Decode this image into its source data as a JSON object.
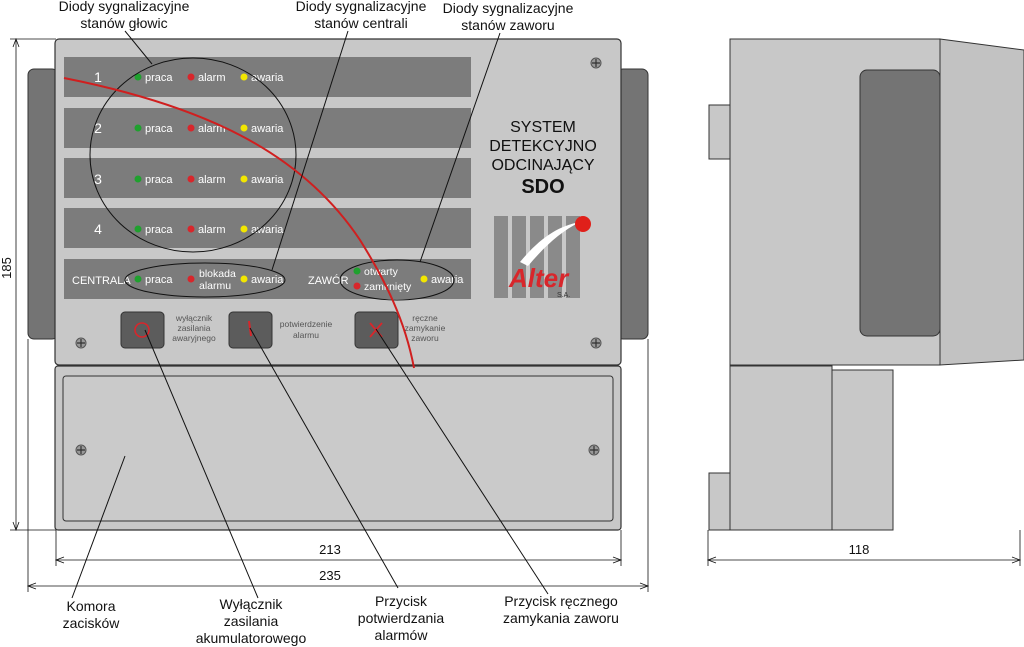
{
  "callouts": {
    "head_leds": [
      "Diody sygnalizacyjne",
      "stanów głowic"
    ],
    "central_leds": [
      "Diody sygnalizacyjne",
      "stanów centrali"
    ],
    "valve_leds": [
      "Diody sygnalizacyjne",
      "stanów zaworu"
    ],
    "terminal_chamber": [
      "Komora",
      "zacisków"
    ],
    "battery_switch": [
      "Wyłącznik",
      "zasilania",
      "akumulatorowego"
    ],
    "alarm_ack_button": [
      "Przycisk",
      "potwierdzania",
      "alarmów"
    ],
    "manual_close_button": [
      "Przycisk ręcznego",
      "zamykania zaworu"
    ]
  },
  "dimensions": {
    "height": "185",
    "inner_width": "213",
    "outer_width": "235",
    "depth": "118"
  },
  "panel": {
    "rows": [
      {
        "number": "1",
        "led1": "praca",
        "led2": "alarm",
        "led3": "awaria"
      },
      {
        "number": "2",
        "led1": "praca",
        "led2": "alarm",
        "led3": "awaria"
      },
      {
        "number": "3",
        "led1": "praca",
        "led2": "alarm",
        "led3": "awaria"
      },
      {
        "number": "4",
        "led1": "praca",
        "led2": "alarm",
        "led3": "awaria"
      }
    ],
    "central": {
      "label": "CENTRALA",
      "led1": "praca",
      "led2_line1": "blokada",
      "led2_line2": "alarmu",
      "led3": "awaria"
    },
    "valve": {
      "label": "ZAWÓR",
      "led1": "otwarty",
      "led2": "zamknięty",
      "led3": "awaria"
    },
    "title": [
      "SYSTEM",
      "DETEKCYJNO",
      "ODCINAJĄCY"
    ],
    "model": "SDO",
    "brand": "Alter",
    "brand_suffix": "S.A.",
    "buttons": {
      "emergency_switch": [
        "wyłącznik",
        "zasilania",
        "awaryjnego"
      ],
      "alarm_ack": [
        "potwierdzenie",
        "alarmu"
      ],
      "manual_close": [
        "ręczne",
        "zamykanie",
        "zaworu"
      ]
    }
  },
  "colors": {
    "led_green": "#1fa12e",
    "led_red": "#d8262b",
    "led_yellow": "#f2e600",
    "panel_gray": "#c8c8c8",
    "row_gray": "#7c7c7c",
    "button_dark": "#5c5c5c",
    "cable_red": "#d01f1f"
  }
}
